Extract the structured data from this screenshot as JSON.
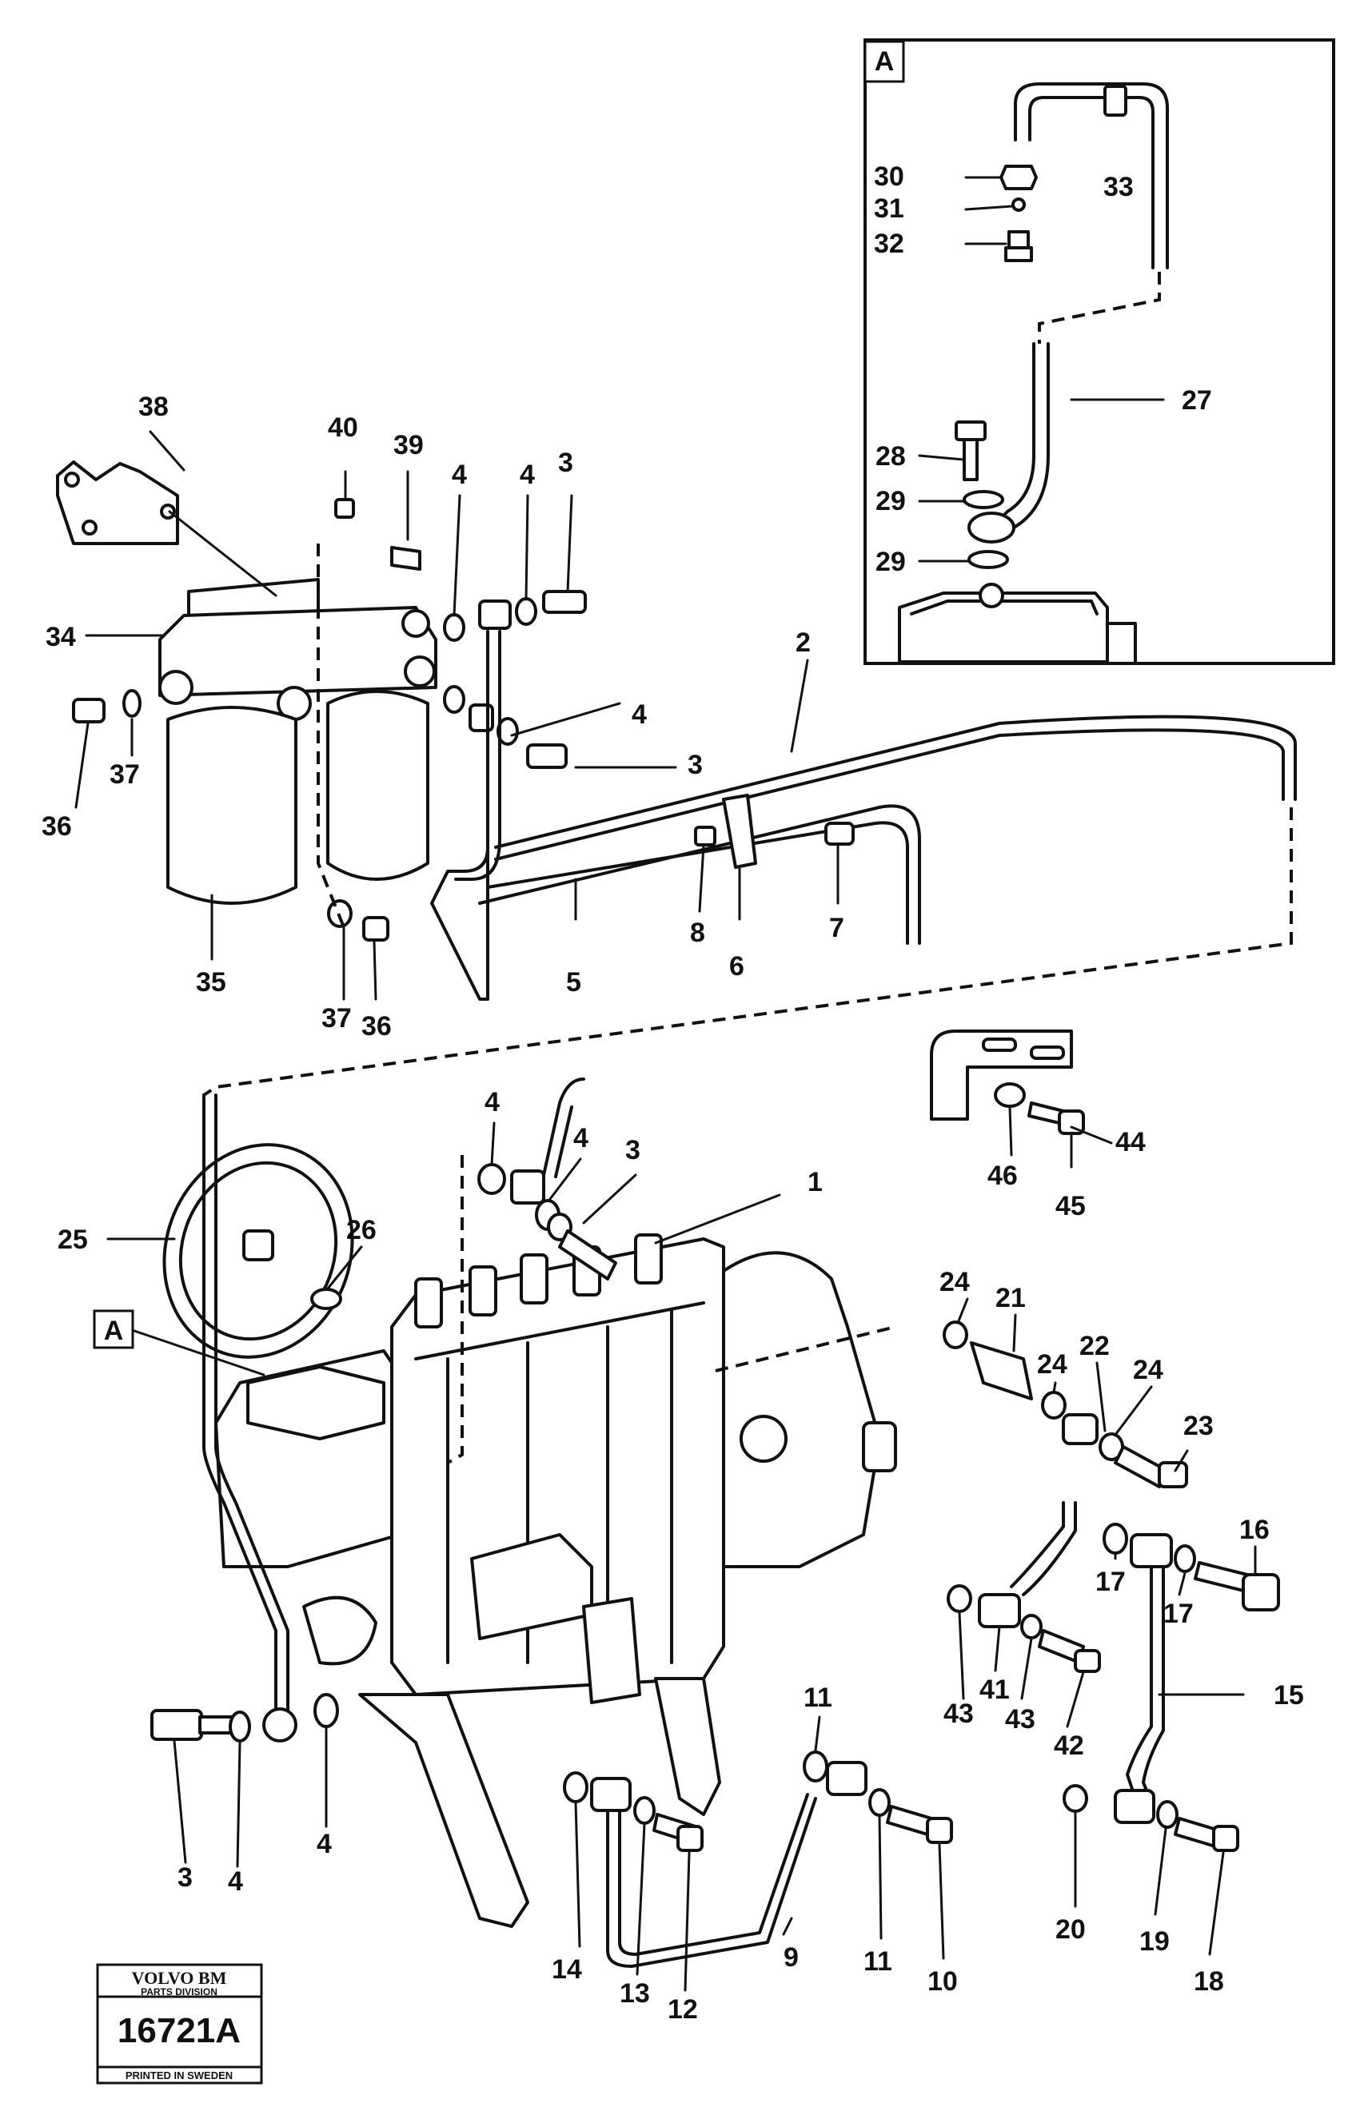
{
  "inset": {
    "label": "A"
  },
  "ref_box": {
    "label": "A"
  },
  "title_block": {
    "brand": "VOLVO BM",
    "division": "PARTS DIVISION",
    "number": "16721A",
    "printed": "PRINTED IN SWEDEN"
  },
  "callouts": {
    "c1": "1",
    "c2": "2",
    "c3a": "3",
    "c3b": "3",
    "c3c": "3",
    "c3d": "3",
    "c4a": "4",
    "c4b": "4",
    "c4c": "4",
    "c4d": "4",
    "c4e": "4",
    "c4f": "4",
    "c4g": "4",
    "c5": "5",
    "c6": "6",
    "c7": "7",
    "c8": "8",
    "c9": "9",
    "c10": "10",
    "c11a": "11",
    "c11b": "11",
    "c12": "12",
    "c13": "13",
    "c14": "14",
    "c15": "15",
    "c16": "16",
    "c17a": "17",
    "c17b": "17",
    "c18": "18",
    "c19": "19",
    "c20": "20",
    "c21": "21",
    "c22": "22",
    "c23": "23",
    "c24a": "24",
    "c24b": "24",
    "c24c": "24",
    "c25": "25",
    "c26": "26",
    "c27": "27",
    "c28": "28",
    "c29a": "29",
    "c29b": "29",
    "c30": "30",
    "c31": "31",
    "c32": "32",
    "c33": "33",
    "c34": "34",
    "c35": "35",
    "c36a": "36",
    "c36b": "36",
    "c37a": "37",
    "c37b": "37",
    "c38": "38",
    "c39": "39",
    "c40": "40",
    "c41": "41",
    "c42": "42",
    "c43a": "43",
    "c43b": "43",
    "c44": "44",
    "c45": "45",
    "c46": "46"
  }
}
